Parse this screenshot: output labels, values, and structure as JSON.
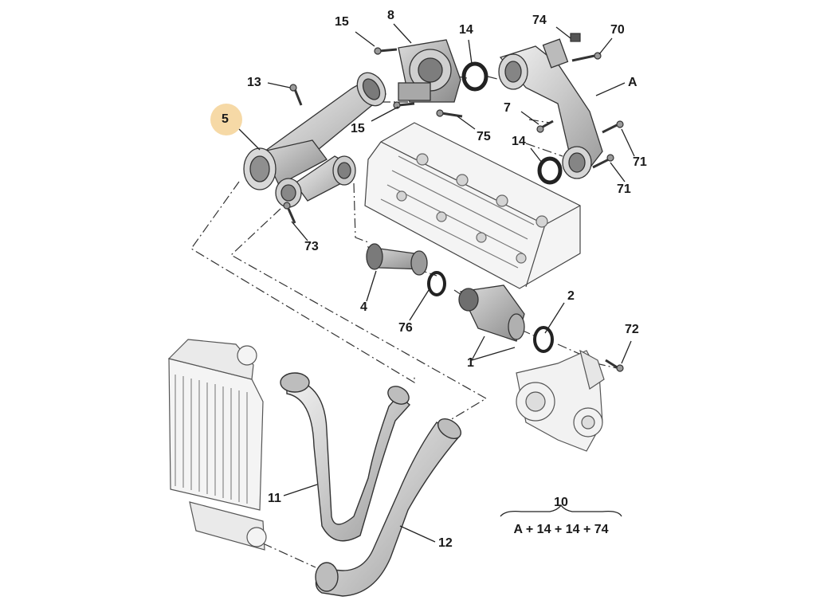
{
  "diagram": {
    "highlighted_callout": "5",
    "highlight_color": "#f6d9a6",
    "callouts": {
      "c15a": "15",
      "c8": "8",
      "c14a": "14",
      "c74": "74",
      "c70": "70",
      "c13": "13",
      "cA": "A",
      "c5": "5",
      "c15b": "15",
      "c7": "7",
      "c75": "75",
      "c14b": "14",
      "c71a": "71",
      "c71b": "71",
      "c73": "73",
      "c4": "4",
      "c2": "2",
      "c76": "76",
      "c72": "72",
      "c1": "1",
      "c11": "11",
      "c12": "12"
    },
    "kit": {
      "number": "10",
      "contents": "A + 14 + 14 + 74"
    }
  }
}
